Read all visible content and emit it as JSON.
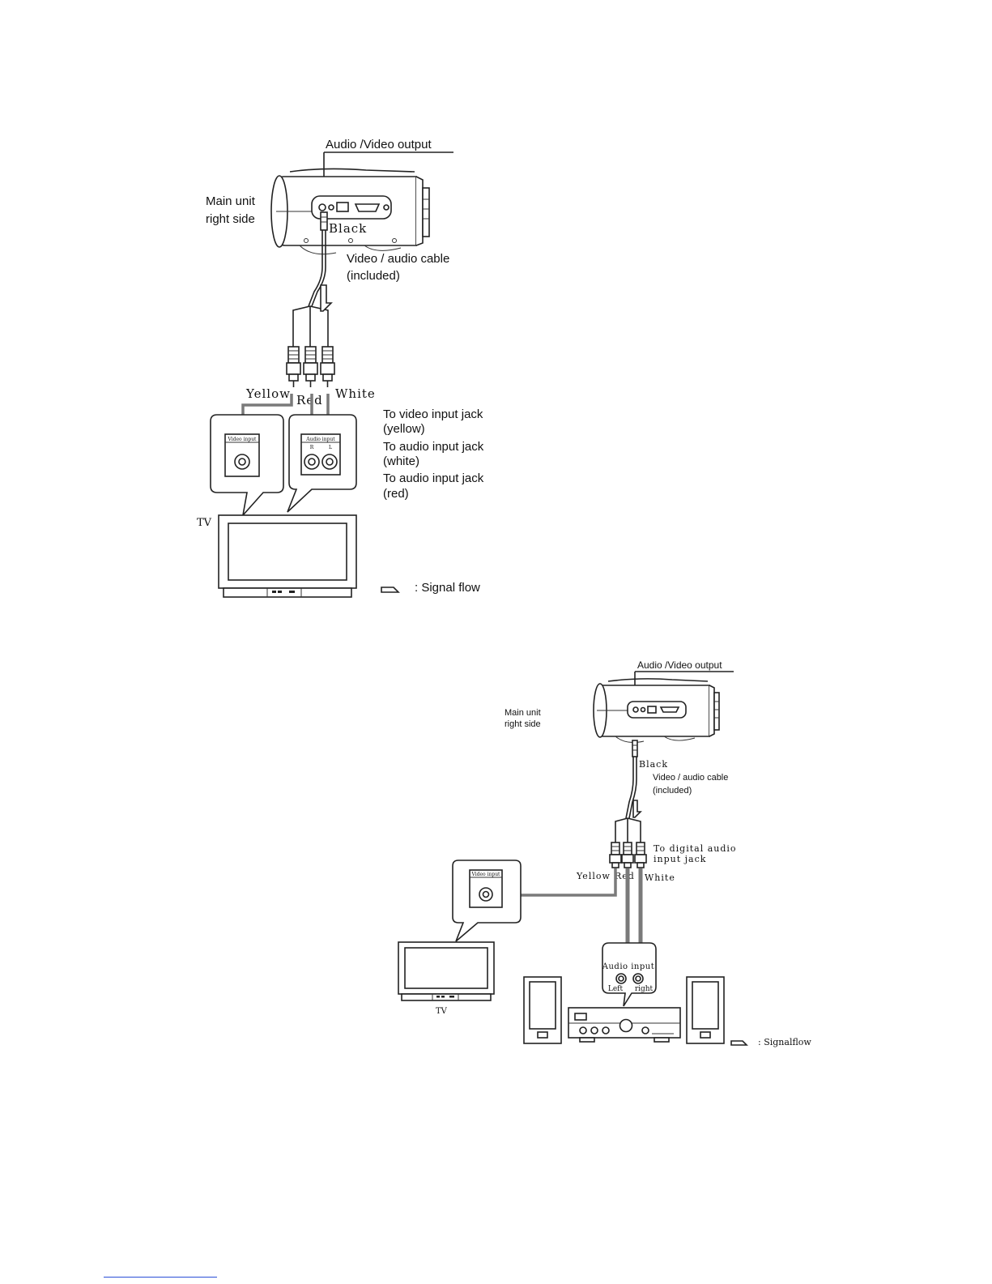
{
  "diagram1": {
    "av_output": "Audio /Video output",
    "main_unit_line1": "Main unit",
    "main_unit_line2": "right side",
    "black": "Black",
    "cable_line1": "Video / audio cable",
    "cable_line2": "(included)",
    "yellow": "Yellow",
    "red": "Red",
    "white": "White",
    "video_input_label": "Video input",
    "audio_input_label": "Audio input",
    "audio_r": "R",
    "audio_l": "L",
    "to_video_line1": "To video input jack",
    "to_video_line2": "(yellow)",
    "to_audio_white_line1": "To audio input jack",
    "to_audio_white_line2": "(white)",
    "to_audio_red_line1": "To audio input jack",
    "to_audio_red_line2": "(red)",
    "tv": "TV",
    "signal_flow": ": Signal flow"
  },
  "diagram2": {
    "av_output": "Audio /Video output",
    "main_unit_line1": "Main unit",
    "main_unit_line2": "right side",
    "black": "Black",
    "cable_line1": "Video / audio cable",
    "cable_line2": "(included)",
    "digital_line1": "To digital audio",
    "digital_line2": "input jack",
    "yellow": "Yellow",
    "red": "Red",
    "white": "White",
    "video_input_label": "Video input",
    "audio_input_label": "Audio input",
    "audio_left": "Left",
    "audio_right": "right",
    "tv": "TV",
    "signal_flow": ": Signalflow"
  },
  "colors": {
    "line": "#222222",
    "signal_arrow": "#7a7a7a",
    "footer_link": "#2a4fd6"
  }
}
